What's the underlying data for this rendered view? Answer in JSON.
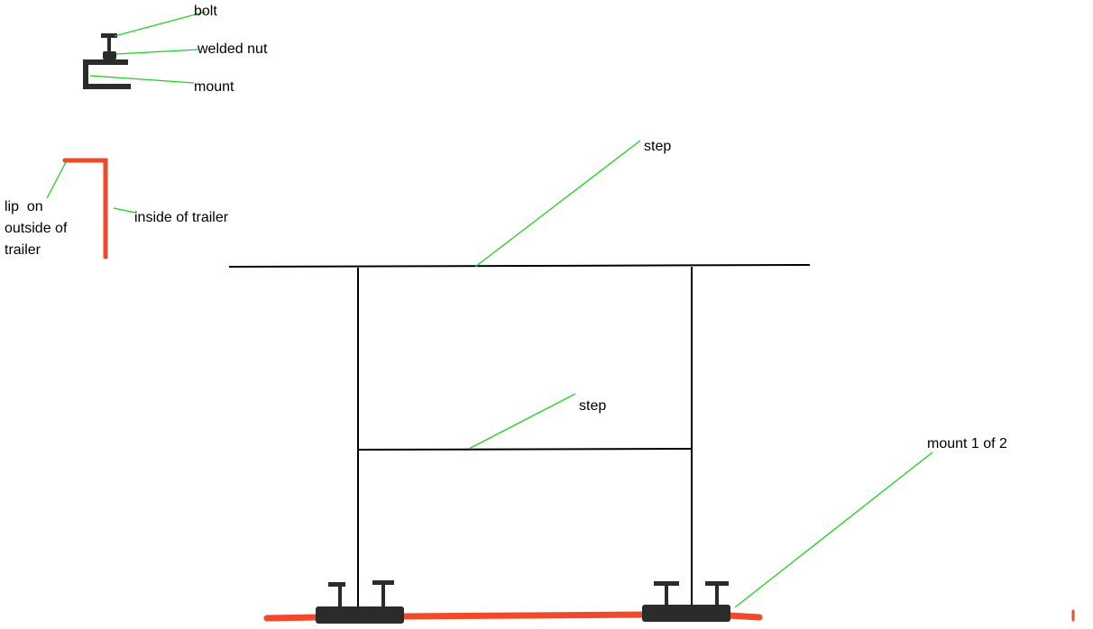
{
  "labels": {
    "bolt": "bolt",
    "welded_nut": "welded nut",
    "mount": "mount",
    "lip_line1": "lip  on",
    "lip_line2": "outside of",
    "lip_line3": "trailer",
    "inside_of_trailer": "inside of trailer",
    "step_top": "step",
    "step_middle": "step",
    "mount_1_of_2": "mount 1 of 2"
  },
  "colors": {
    "leader": "#1fd11f",
    "trailer_wall": "#f04a2a",
    "mount_body": "#2b2b2b",
    "line": "#000000"
  }
}
